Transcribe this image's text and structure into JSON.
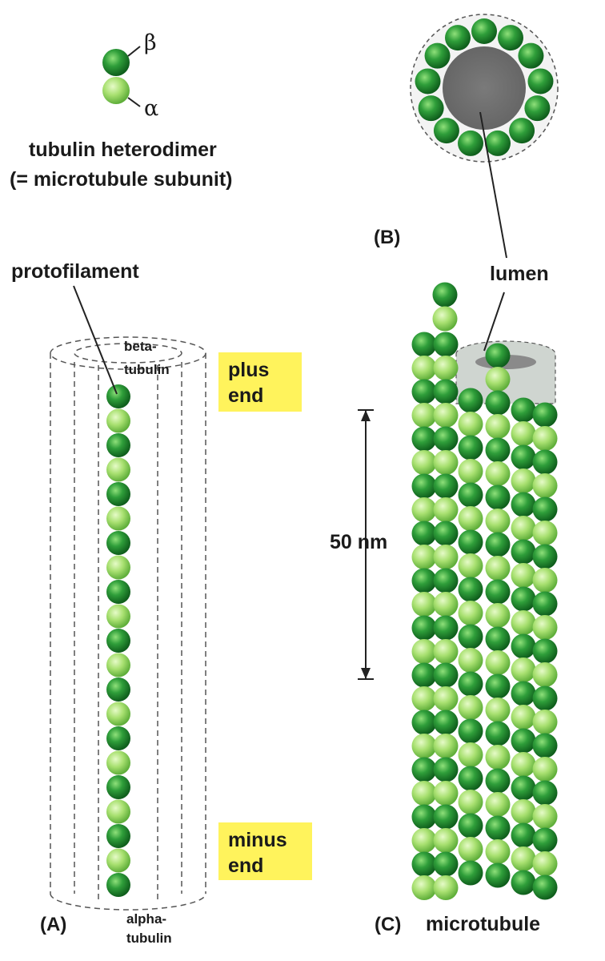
{
  "legend": {
    "beta_symbol": "β",
    "alpha_symbol": "α",
    "title_line1": "tubulin heterodimer",
    "title_line2": "(= microtubule subunit)"
  },
  "panel_b": {
    "label": "(B)",
    "lumen_label": "lumen"
  },
  "panel_a": {
    "label": "(A)",
    "protofilament_label": "protofilament",
    "beta_tubulin_line1": "beta-",
    "beta_tubulin_line2": "tubulin",
    "alpha_tubulin_line1": "alpha-",
    "alpha_tubulin_line2": "tubulin",
    "plus_end_line1": "plus",
    "plus_end_line2": "end",
    "minus_end_line1": "minus",
    "minus_end_line2": "end"
  },
  "panel_c": {
    "label": "(C)",
    "title": "microtubule",
    "scale_label": "50 nm"
  },
  "colors": {
    "beta_dark_green": "#1f8a2e",
    "alpha_light_green": "#9fdc6c",
    "lumen_gray": "#707070",
    "highlight_yellow": "#fff35c"
  }
}
